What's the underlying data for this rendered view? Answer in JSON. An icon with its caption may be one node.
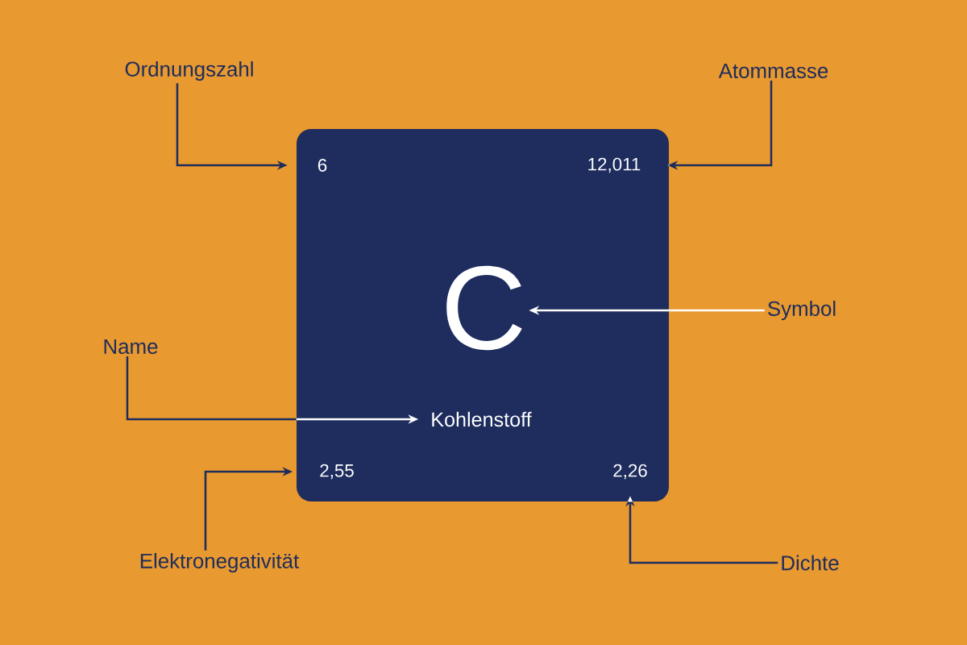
{
  "diagram": {
    "nodes": [
      {
        "text": [],
        "shape": "box"
      },
      {
        "text": [
          "Ordnungszahl"
        ]
      },
      {
        "text": [
          "Atommasse"
        ]
      },
      {
        "text": [
          "6"
        ],
        "in": 0
      },
      {
        "text": [
          "12,011"
        ],
        "in": 0
      },
      {
        "text": [
          "C"
        ],
        "in": 0
      },
      {
        "text": [
          "Symbol"
        ]
      },
      {
        "text": [
          "Name"
        ]
      },
      {
        "text": [
          "Kohlenstoff"
        ],
        "in": 0
      },
      {
        "text": [
          "2,55"
        ],
        "in": 0
      },
      {
        "text": [
          "2,26"
        ],
        "in": 0
      },
      {
        "text": [
          "Elektronegativität"
        ]
      },
      {
        "text": [
          "Dichte"
        ]
      }
    ],
    "edges": [
      {
        "from": 1,
        "to": 3,
        "arrow": "to"
      },
      {
        "from": 2,
        "to": 4,
        "arrow": "to"
      },
      {
        "from": 6,
        "to": 5,
        "arrow": "to",
        "color": "#ffffff"
      },
      {
        "from": 7,
        "to": 8,
        "arrow": "to"
      },
      {
        "from": 11,
        "to": 9,
        "arrow": "to"
      },
      {
        "from": 12,
        "to": 10,
        "arrow": "to"
      }
    ]
  }
}
